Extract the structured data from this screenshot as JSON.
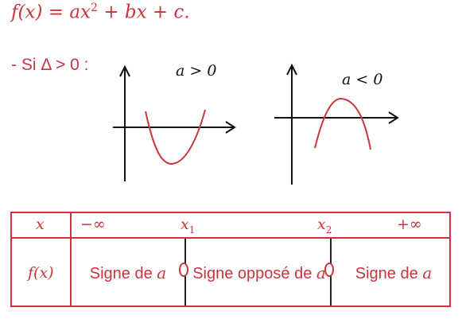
{
  "formula": {
    "lhs": "f(x)",
    "eq": " = ",
    "term1": "ax",
    "exp": "2",
    "rest": " + bx + c."
  },
  "condition": "- Si Δ > 0 :",
  "graphs": {
    "left_label": "a > 0",
    "right_label": "a < 0"
  },
  "table": {
    "headers": [
      "x",
      "−∞",
      "x",
      "x",
      "+∞"
    ],
    "subscripts": [
      "1",
      "2"
    ],
    "row_label": "f(x)",
    "cells": [
      {
        "text": "Signe de ",
        "var": "a"
      },
      {
        "text": "Signe opposé de ",
        "var": "a"
      },
      {
        "text": "Signe de ",
        "var": "a"
      }
    ]
  },
  "colors": {
    "accent": "#c8353d",
    "axis": "#111111"
  }
}
